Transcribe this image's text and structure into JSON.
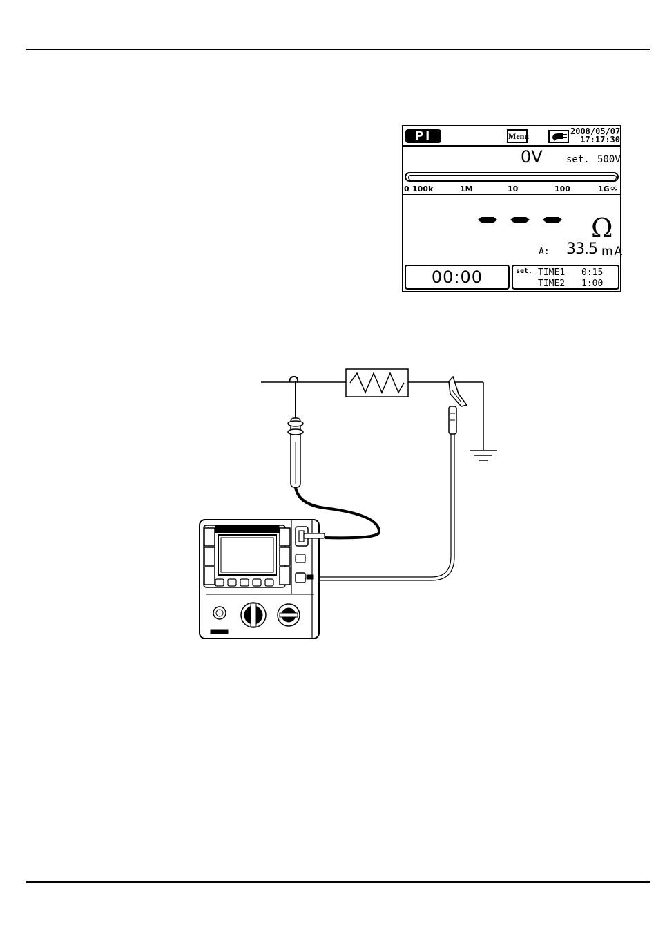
{
  "screen": {
    "mode_badge": "PI",
    "menu_label": "Menu",
    "date": "2008/05/07",
    "time": "17:17:30",
    "voltage": "0V",
    "set_label": "set.",
    "set_voltage": "500V",
    "scale_labels": [
      "0",
      "100k",
      "1M",
      "10",
      "100",
      "1G",
      "∞"
    ],
    "reading": "– – –",
    "resistance_unit": "Ω",
    "current_label": "A:",
    "current_value": "33.5",
    "current_unit": "mA",
    "timer": "00:00",
    "timer_set_label": "set.",
    "timer1_label": "TIME1",
    "timer1_value": "0:15",
    "timer2_label": "TIME2",
    "timer2_value": "1:00"
  },
  "icons": [
    "plug-icon",
    "resistor-icon",
    "ground-icon",
    "line-probe-icon",
    "alligator-clip-icon",
    "tester-device-icon"
  ]
}
